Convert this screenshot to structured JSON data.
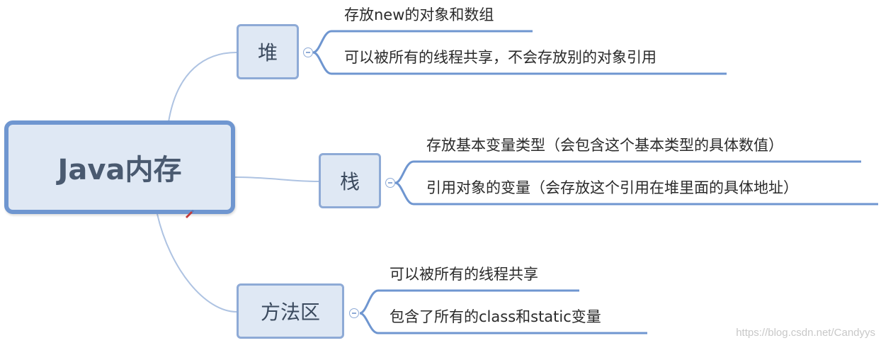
{
  "root": {
    "label": "Java内存"
  },
  "branches": [
    {
      "id": "heap",
      "label": "堆",
      "items": [
        "存放new的对象和数组",
        "可以被所有的线程共享，不会存放别的对象引用"
      ]
    },
    {
      "id": "stack",
      "label": "栈",
      "items": [
        "存放基本变量类型（会包含这个基本类型的具体数值）",
        "引用对象的变量（会存放这个引用在堆里面的具体地址）"
      ]
    },
    {
      "id": "method",
      "label": "方法区",
      "items": [
        "可以被所有的线程共享",
        "包含了所有的class和static变量"
      ]
    }
  ],
  "watermark": "https://blog.csdn.net/Candyys",
  "colors": {
    "edge": "#aec3e2",
    "underline": "#6f96d0",
    "node_border": "#8eaad6",
    "root_border": "#6f96d0",
    "node_fill": "#dfe8f4"
  }
}
